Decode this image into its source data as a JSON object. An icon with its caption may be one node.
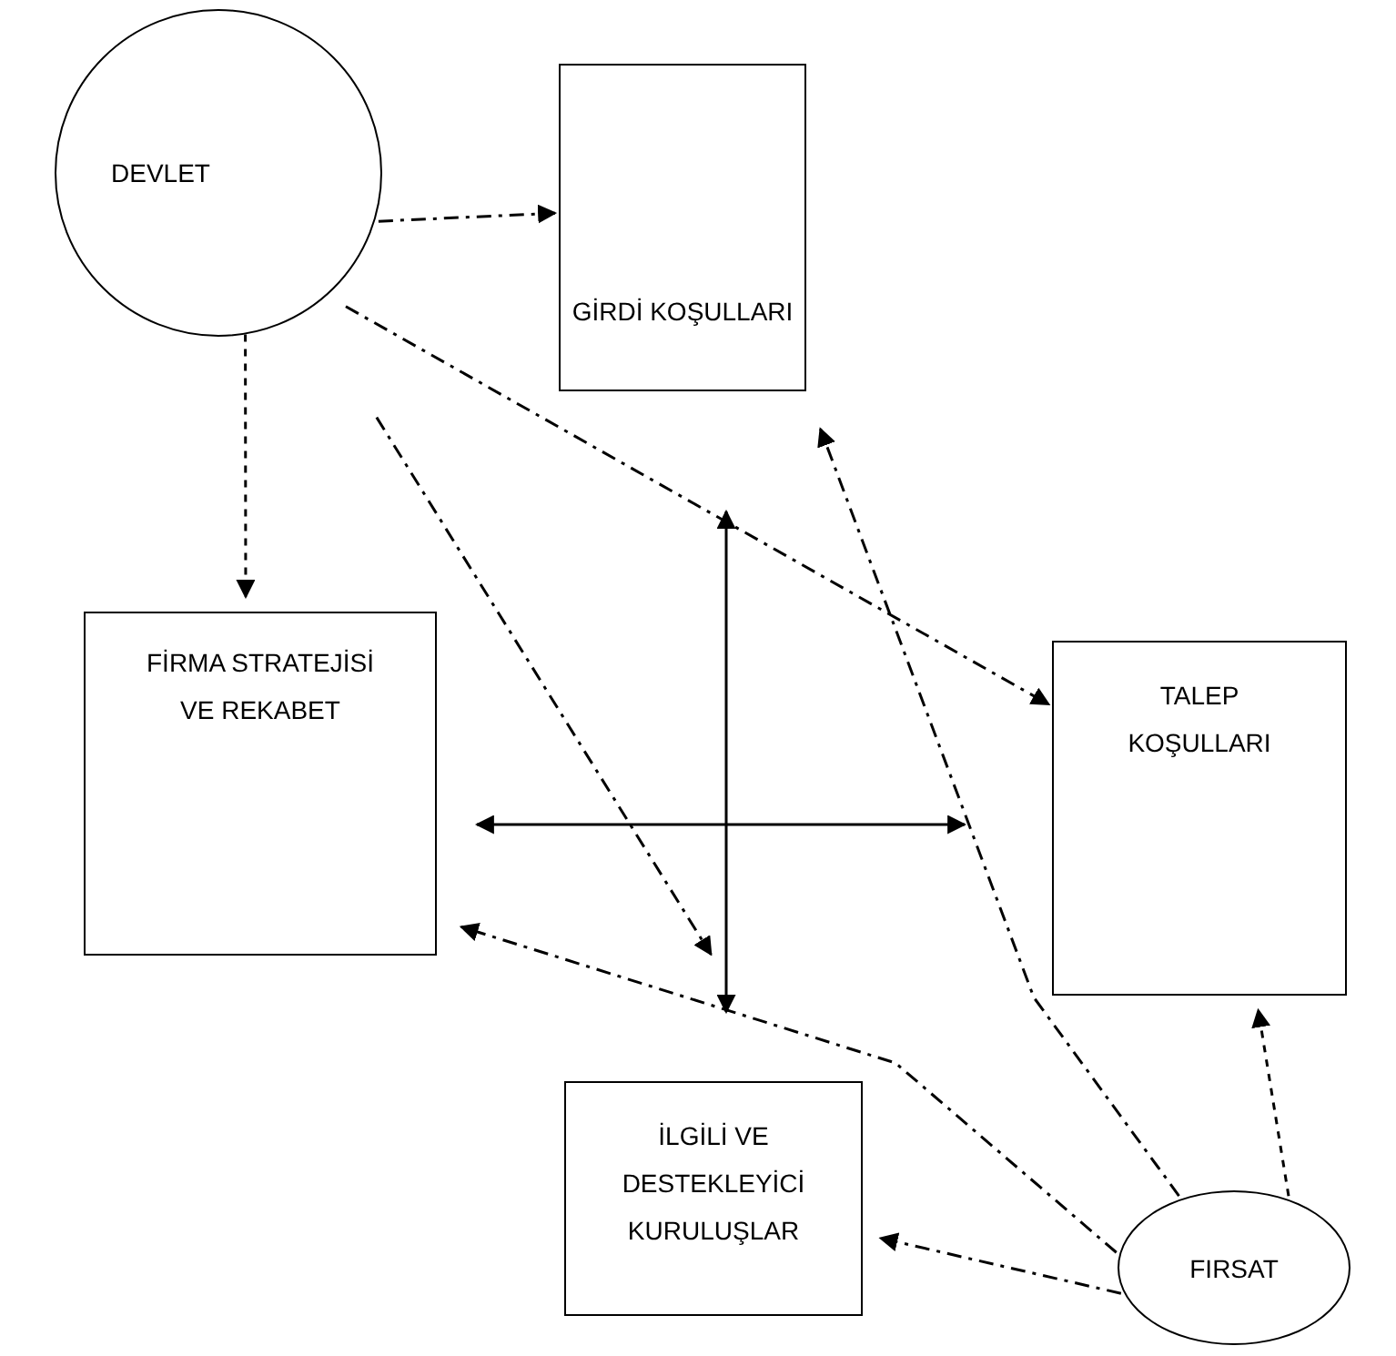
{
  "diagram": {
    "nodes": [
      {
        "text": [
          "DEVLET"
        ]
      },
      {
        "text": [
          "GİRDİ KOŞULLARI"
        ]
      },
      {
        "text": [
          "TALEP KOŞULLARI"
        ]
      },
      {
        "text": [
          "FİRMA STRATEJİSİ VE REKABET"
        ]
      },
      {
        "text": [
          "İLGİLİ VE DESTEKLEYİCİ KURULUŞLAR"
        ]
      },
      {
        "text": [
          "FIRSAT"
        ]
      }
    ],
    "edges": [
      {
        "from": 0,
        "to": 1,
        "arrow": "to",
        "style": "dashed"
      },
      {
        "from": 0,
        "to": 2,
        "arrow": "to",
        "style": "dashed"
      },
      {
        "from": 0,
        "to": 3,
        "arrow": "to",
        "style": "dashed"
      },
      {
        "from": 0,
        "to": 4,
        "arrow": "to",
        "style": "dashed"
      },
      {
        "from": 3,
        "to": 2,
        "arrow": "both"
      },
      {
        "from": null,
        "to": 4,
        "arrow": "both"
      },
      {
        "from": 5,
        "to": 1,
        "arrow": "to",
        "style": "dashed"
      },
      {
        "from": 5,
        "to": 3,
        "arrow": "to",
        "style": "dashed"
      },
      {
        "from": 5,
        "to": 4,
        "arrow": "to",
        "style": "dashed"
      },
      {
        "from": 5,
        "to": 2,
        "arrow": "to",
        "style": "dashed"
      }
    ]
  }
}
